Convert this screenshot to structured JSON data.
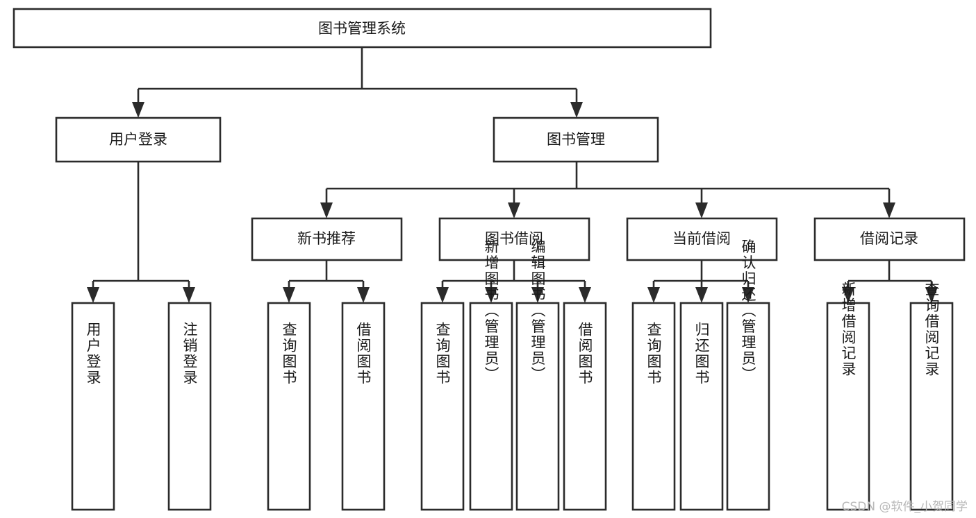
{
  "diagram": {
    "title": "图书管理系统",
    "type": "hierarchy-tree",
    "root": {
      "id": "root",
      "label": "图书管理系统"
    },
    "level2": [
      {
        "id": "user-login",
        "label": "用户登录"
      },
      {
        "id": "book-management",
        "label": "图书管理"
      }
    ],
    "level3": [
      {
        "id": "new-book-recommend",
        "label": "新书推荐",
        "parent": "book-management"
      },
      {
        "id": "book-borrow",
        "label": "图书借阅",
        "parent": "book-management"
      },
      {
        "id": "current-borrow",
        "label": "当前借阅",
        "parent": "book-management"
      },
      {
        "id": "borrow-record",
        "label": "借阅记录",
        "parent": "book-management"
      }
    ],
    "leaves": [
      {
        "id": "leaf-user-login",
        "label": "用户登录",
        "parent": "user-login"
      },
      {
        "id": "leaf-logout-login",
        "label": "注销登录",
        "parent": "user-login"
      },
      {
        "id": "leaf-query-book-1",
        "label": "查询图书",
        "parent": "new-book-recommend"
      },
      {
        "id": "leaf-borrow-book-1",
        "label": "借阅图书",
        "parent": "new-book-recommend"
      },
      {
        "id": "leaf-query-book-2",
        "label": "查询图书",
        "parent": "book-borrow"
      },
      {
        "id": "leaf-add-book",
        "label": "新增图书（管理员）",
        "parent": "book-borrow"
      },
      {
        "id": "leaf-edit-book",
        "label": "编辑图书（管理员）",
        "parent": "book-borrow"
      },
      {
        "id": "leaf-borrow-book-2",
        "label": "借阅图书",
        "parent": "book-borrow"
      },
      {
        "id": "leaf-query-book-3",
        "label": "查询图书",
        "parent": "current-borrow"
      },
      {
        "id": "leaf-return-book",
        "label": "归还图书",
        "parent": "current-borrow"
      },
      {
        "id": "leaf-confirm-return",
        "label": "确认归还（管理员）",
        "parent": "current-borrow"
      },
      {
        "id": "leaf-add-record",
        "label": "新增借阅记录",
        "parent": "borrow-record"
      },
      {
        "id": "leaf-query-record",
        "label": "查询借阅记录",
        "parent": "borrow-record"
      }
    ]
  },
  "watermark": {
    "text": "CSDN @软件_小贺同学"
  },
  "colors": {
    "stroke": "#2b2b2b",
    "fill": "#ffffff",
    "text": "#1a1a1a",
    "watermark": "#b8b8b8",
    "background": "#ffffff"
  }
}
